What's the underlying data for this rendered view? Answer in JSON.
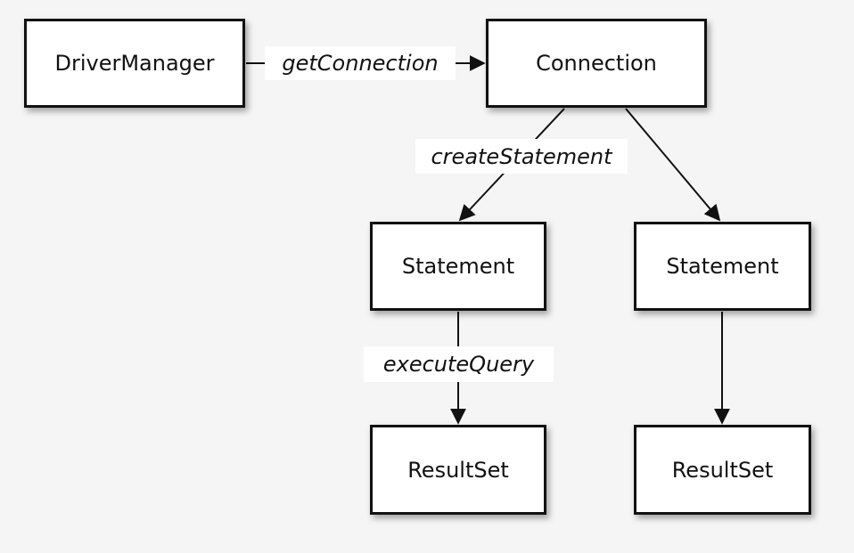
{
  "nodes": {
    "driver_manager": "DriverManager",
    "connection": "Connection",
    "statement_left": "Statement",
    "statement_right": "Statement",
    "resultset_left": "ResultSet",
    "resultset_right": "ResultSet"
  },
  "edges": {
    "get_connection": "getConnection",
    "create_statement": "createStatement",
    "execute_query": "executeQuery"
  }
}
